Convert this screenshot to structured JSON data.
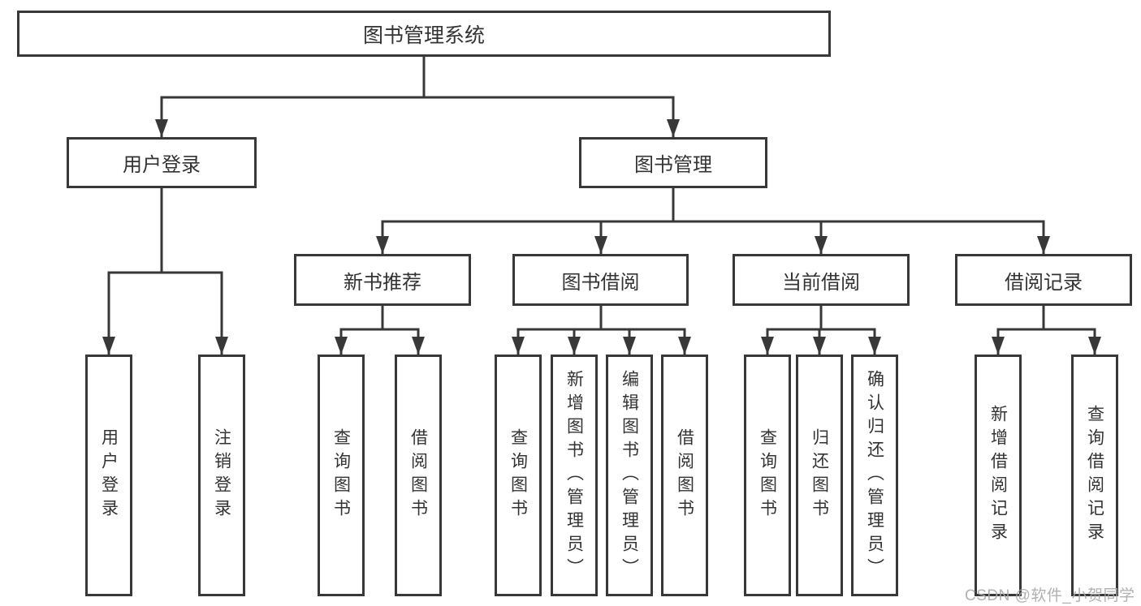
{
  "nodes": {
    "root": "图书管理系统",
    "user_login": "用户登录",
    "book_manage": "图书管理",
    "level3": [
      "新书推荐",
      "图书借阅",
      "当前借阅",
      "借阅记录"
    ],
    "user_login_children": [
      "用户登录",
      "注销登录"
    ],
    "new_book_children": [
      "查询图书",
      "借阅图书"
    ],
    "book_borrow_children": [
      "查询图书",
      "新增图书（管理员）",
      "编辑图书（管理员）",
      "借阅图书"
    ],
    "current_borrow_children": [
      "查询图书",
      "归还图书",
      "确认归还（管理员）"
    ],
    "borrow_record_children": [
      "新增借阅记录",
      "查询借阅记录"
    ]
  },
  "watermark": "CSDN @软件_小贺同学",
  "colors": {
    "line": "#383838",
    "text": "#333333",
    "watermark": "#a9a9a9",
    "bg": "#ffffff"
  }
}
